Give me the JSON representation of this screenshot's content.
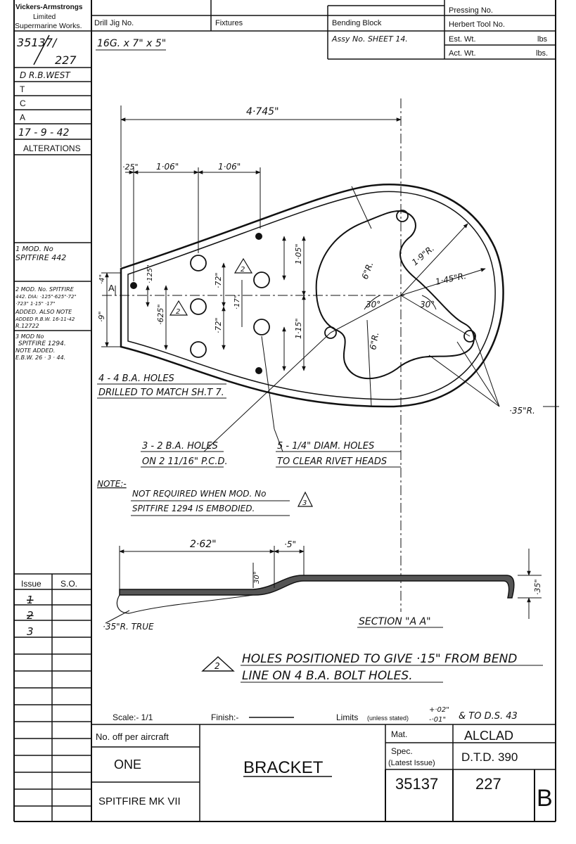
{
  "title_block": {
    "company": [
      "Vickers-Armstrongs",
      "Limited",
      "Supermarine Works."
    ],
    "drawing_no_top": "35137/",
    "drawing_no_bottom": "227",
    "drawn": "D R.B.WEST",
    "traced": "T",
    "checked": "C",
    "approved": "A",
    "date": "17 - 9 - 42",
    "alterations_label": "ALTERATIONS",
    "alt1": [
      "1 MOD. No",
      "SPITFIRE 442"
    ],
    "alt2": [
      "2 MOD. No. SPITFIRE",
      "442. DIA: ·125\"·625\"·72\"",
      "·723\" 1·15\" ·17\"",
      "ADDED. ALSO NOTE",
      "ADDED R.B.W. 16-11-42",
      "R.12722"
    ],
    "alt3": [
      "3 MOD No",
      "SPITFIRE 1294.",
      "NOTE ADDED.",
      "E.B.W. 26 · 3 · 44."
    ]
  },
  "header": {
    "drill_jig": "Drill Jig No.",
    "fixtures": "Fixtures",
    "bending_block": "Bending Block",
    "pressing": "Pressing No.",
    "herbert": "Herbert Tool No.",
    "assy": "Assy No. SHEET 14.",
    "est_wt": "Est. Wt.",
    "act_wt": "Act. Wt.",
    "lbs": "lbs",
    "lbs2": "lbs.",
    "stock": "16G. x 7\" x 5\""
  },
  "dimensions": {
    "overall": "4·745\"",
    "d025": "·25\"",
    "d106a": "1·06\"",
    "d106b": "1·06\"",
    "r19": "1·9\"R.",
    "r145": "1·45\"R.",
    "r6a": "6\"R.",
    "r6b": "6\"R.",
    "ang30a": "30°",
    "ang30b": "30°",
    "d105": "1·05\"",
    "d115": "1·15\"",
    "d072a": "·72\"",
    "d072b": "·72\"",
    "d017": "·17\"",
    "d0125": "·125\"",
    "d0625": "·625\"",
    "d09": "·9\"",
    "d04": "·4\"",
    "mark_a": "A",
    "r035": "·35\"R.",
    "d262": "2·62\"",
    "d05": "·5\"",
    "ang30c": "30°",
    "d035": "·35\"",
    "r035true": "·35\"R. TRUE",
    "section": "SECTION \"A A\""
  },
  "notes": {
    "holes4_line1": "4 - 4 B.A. HOLES",
    "holes4_line2": "DRILLED TO MATCH SH.T 7.",
    "holes3_line1": "3 - 2 B.A. HOLES",
    "holes3_line2": "ON 2 11/16\" P.C.D.",
    "holes5_line1": "5 - 1/4\" DIAM. HOLES",
    "holes5_line2": "TO CLEAR RIVET HEADS",
    "note_label": "NOTE:-",
    "note_line1": "NOT REQUIRED WHEN MOD. No",
    "note_line2": "SPITFIRE 1294 IS EMBODIED.",
    "tri2": "2",
    "tri3": "3",
    "bend_line1": "HOLES POSITIONED TO GIVE ·15\" FROM BEND",
    "bend_line2": "LINE ON 4 B.A. BOLT HOLES."
  },
  "issues": {
    "issue_label": "Issue",
    "so_label": "S.O.",
    "issue1": "1",
    "issue2": "2",
    "issue3": "3"
  },
  "footer": {
    "scale": "Scale:- 1/1",
    "finish": "Finish:-",
    "limits": "Limits",
    "unless": "(unless stated)",
    "tol_plus": "+·02\"",
    "tol_minus": "-·01\"",
    "ds": "& TO D.S. 43",
    "no_off": "No. off per aircraft",
    "one": "ONE",
    "aircraft": "SPITFIRE MK VII",
    "title": "BRACKET",
    "mat": "Mat.",
    "material": "ALCLAD",
    "spec": "Spec.",
    "latest": "(Latest Issue)",
    "spec_value": "D.T.D. 390",
    "drawing_no": "35137",
    "sheet_no": "227",
    "issue_letter": "B"
  }
}
